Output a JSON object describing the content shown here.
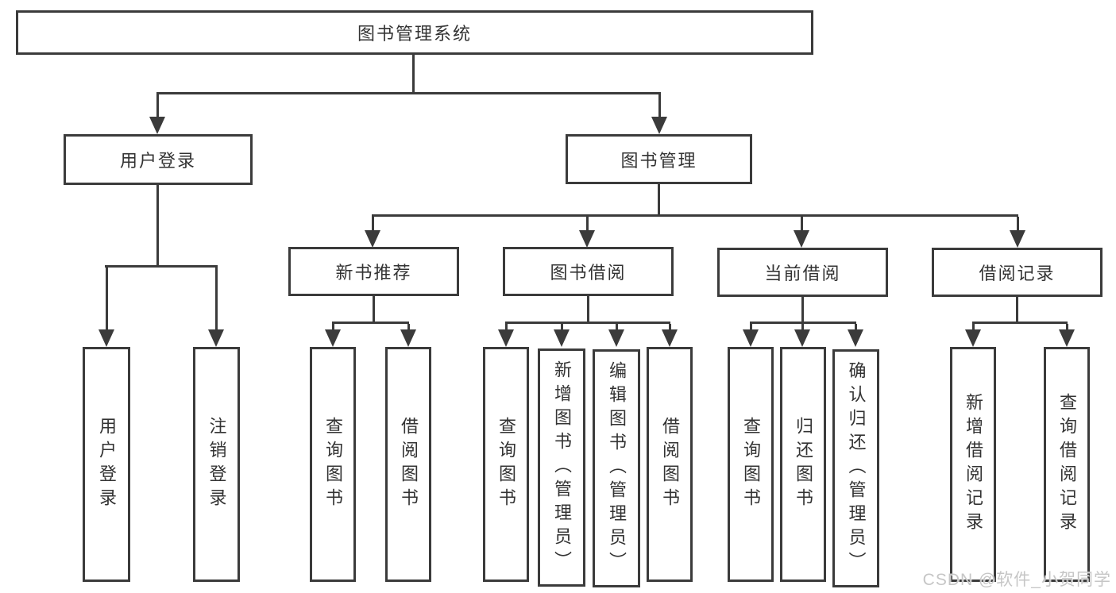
{
  "diagram": {
    "root": {
      "label": "图书管理系统"
    },
    "level2": [
      {
        "label": "用户登录"
      },
      {
        "label": "图书管理"
      }
    ],
    "level3": [
      {
        "label": "新书推荐",
        "parent": "图书管理"
      },
      {
        "label": "图书借阅",
        "parent": "图书管理"
      },
      {
        "label": "当前借阅",
        "parent": "图书管理"
      },
      {
        "label": "借阅记录",
        "parent": "图书管理"
      }
    ],
    "leaves": [
      {
        "label": "用户登录",
        "parent": "用户登录"
      },
      {
        "label": "注销登录",
        "parent": "用户登录"
      },
      {
        "label": "查询图书",
        "parent": "新书推荐"
      },
      {
        "label": "借阅图书",
        "parent": "新书推荐"
      },
      {
        "label": "查询图书",
        "parent": "图书借阅"
      },
      {
        "label": "新增图书（管理员）",
        "parent": "图书借阅"
      },
      {
        "label": "编辑图书（管理员）",
        "parent": "图书借阅"
      },
      {
        "label": "借阅图书",
        "parent": "图书借阅"
      },
      {
        "label": "查询图书",
        "parent": "当前借阅"
      },
      {
        "label": "归还图书",
        "parent": "当前借阅"
      },
      {
        "label": "确认归还（管理员）",
        "parent": "当前借阅"
      },
      {
        "label": "新增借阅记录",
        "parent": "借阅记录"
      },
      {
        "label": "查询借阅记录",
        "parent": "借阅记录"
      }
    ]
  },
  "watermark": {
    "text": "CSDN @软件_小贺同学"
  },
  "colors": {
    "line": "#3b3b3b",
    "text": "#333333",
    "background": "#ffffff",
    "watermark": "#c6c6c6"
  }
}
